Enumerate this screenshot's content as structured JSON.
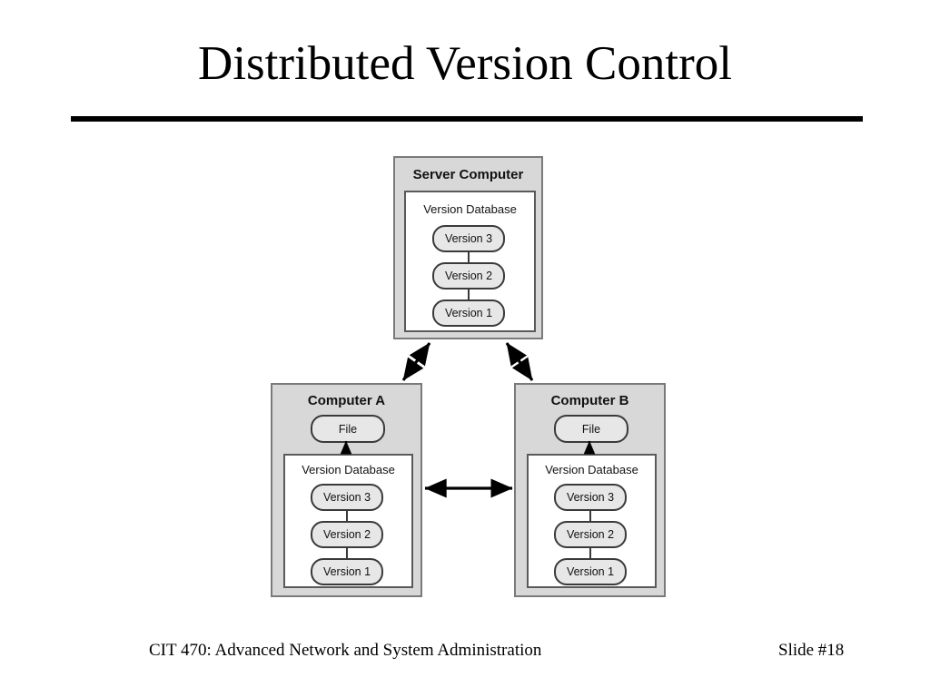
{
  "slide": {
    "title": "Distributed Version Control",
    "footer_left": "CIT 470: Advanced Network and System Administration",
    "footer_right": "Slide #18"
  },
  "colors": {
    "machine_fill": "#d8d8d8",
    "machine_border": "#7a7a7a",
    "database_fill": "#ffffff",
    "database_border": "#5a5a5a",
    "pill_fill": "#e7e7e7",
    "pill_border": "#3a3a3a",
    "text": "#000000",
    "rule": "#000000"
  },
  "diagram": {
    "type": "distributed-version-control",
    "server": {
      "title": "Server Computer",
      "database": {
        "title": "Version Database",
        "versions": [
          "Version 3",
          "Version 2",
          "Version 1"
        ]
      }
    },
    "clients": [
      {
        "title": "Computer A",
        "file": "File",
        "database": {
          "title": "Version Database",
          "versions": [
            "Version 3",
            "Version 2",
            "Version 1"
          ]
        }
      },
      {
        "title": "Computer B",
        "file": "File",
        "database": {
          "title": "Version Database",
          "versions": [
            "Version 3",
            "Version 2",
            "Version 1"
          ]
        }
      }
    ],
    "connections": [
      {
        "from": "Computer A",
        "to": "Server Computer",
        "direction": "bidirectional"
      },
      {
        "from": "Computer B",
        "to": "Server Computer",
        "direction": "bidirectional"
      },
      {
        "from": "Computer A",
        "to": "Computer B",
        "direction": "bidirectional"
      },
      {
        "from": "Computer A Version Database",
        "to": "Computer A File",
        "direction": "up"
      },
      {
        "from": "Computer B Version Database",
        "to": "Computer B File",
        "direction": "up"
      }
    ]
  }
}
